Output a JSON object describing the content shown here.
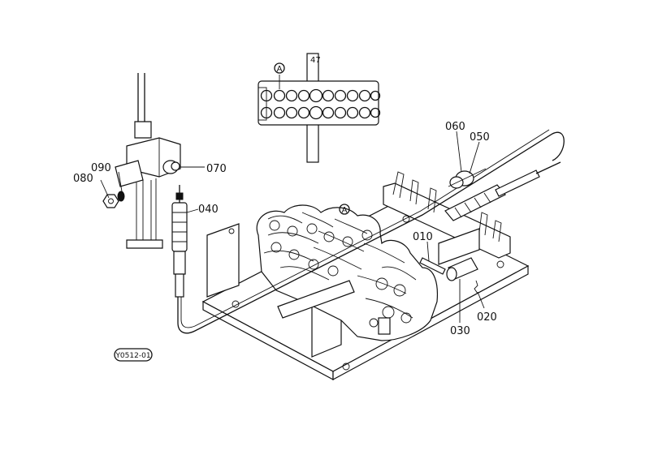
{
  "diagram": {
    "part_labels": {
      "p010": "010",
      "p020": "020",
      "p030": "030",
      "p040": "040",
      "p050": "050",
      "p060": "060",
      "p070": "070",
      "p080": "080",
      "p090": "090"
    },
    "view_marker": "A",
    "figure_code": "Y0512-01"
  }
}
